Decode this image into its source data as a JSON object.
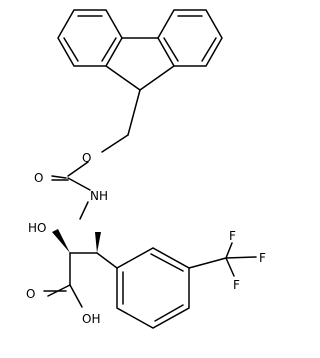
{
  "atoms": {
    "ester_oxygen": "O",
    "carbonyl_oxygen": "O",
    "amide_nitrogen": "NH",
    "hydroxyl": "HO",
    "acid_oxygen": "O",
    "acid_hydroxyl": "OH",
    "fluorine_top": "F",
    "fluorine_right": "F",
    "fluorine_bottom": "F"
  },
  "colors": {
    "bond": "#000000",
    "label": "#000000",
    "background": "#ffffff"
  }
}
